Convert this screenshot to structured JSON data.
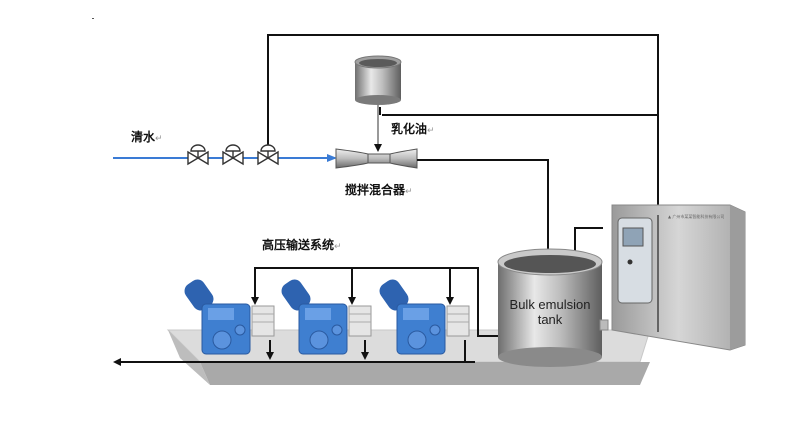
{
  "labels": {
    "water": "清水",
    "emulsified_oil": "乳化油",
    "mixer": "搅拌混合器",
    "high_pressure_system": "高压输送系统",
    "tank_line1": "Bulk emulsion",
    "tank_line2": "tank",
    "para_mark": "↵"
  },
  "colors": {
    "water_line": "#3a7bd5",
    "pipe": "#111111",
    "pump_blue": "#3f7fd0",
    "steel": "#b9b9b9"
  },
  "components": {
    "valves": 3,
    "pumps": 3
  }
}
